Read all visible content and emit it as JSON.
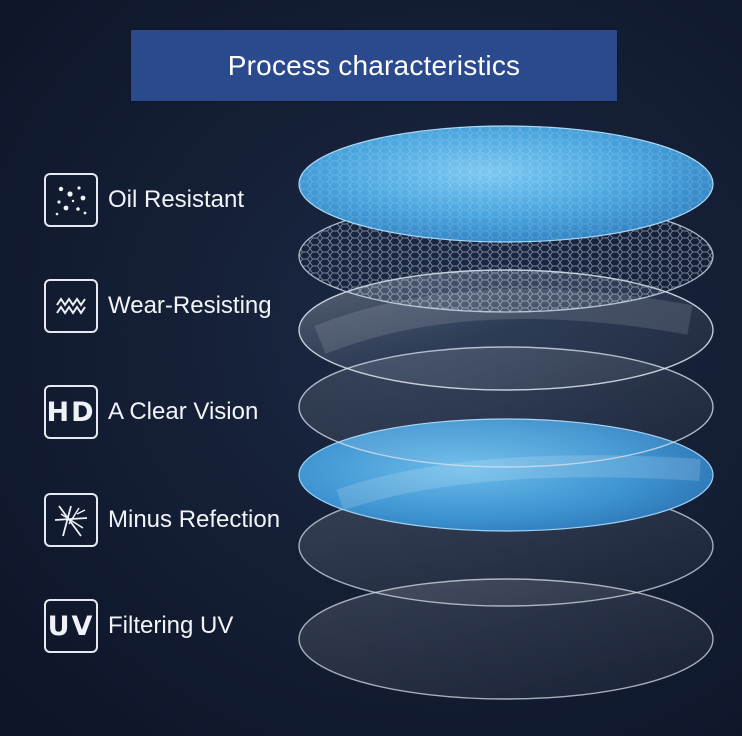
{
  "title": "Process characteristics",
  "features": [
    {
      "label": "Oil Resistant",
      "icon": "oil-drops-icon"
    },
    {
      "label": "Wear-Resisting",
      "icon": "zigzag-wear-icon"
    },
    {
      "label": "A Clear Vision",
      "icon": "hd-icon",
      "icon_text": "HD"
    },
    {
      "label": "Minus Refection",
      "icon": "refraction-rays-icon"
    },
    {
      "label": "Filtering UV",
      "icon": "uv-icon",
      "icon_text": "UV"
    }
  ],
  "colors": {
    "banner": "#2b4a8d",
    "background": "#131d33",
    "blue_layer": "#3c9ad8",
    "text": "#f2f4f8"
  }
}
